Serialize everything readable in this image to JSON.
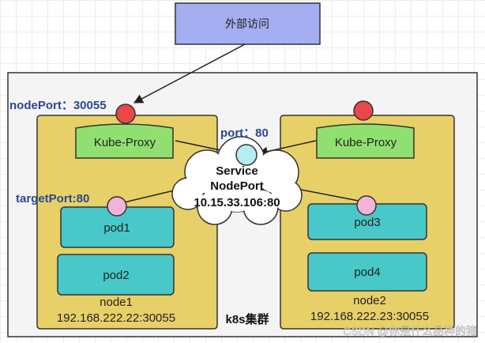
{
  "external": {
    "label": "外部访问"
  },
  "cluster": {
    "label": "k8s集群"
  },
  "node_port_label": "nodePort：30055",
  "port_label": "port：80",
  "target_port_label": "targetPort:80",
  "service": {
    "line1": "Service",
    "line2": "NodePort",
    "line3": "10.15.33.106:80"
  },
  "nodes": [
    {
      "proxy": "Kube-Proxy",
      "pods": [
        "pod1",
        "pod2"
      ],
      "name": "node1",
      "address": "192.168.222.22:30055"
    },
    {
      "proxy": "Kube-Proxy",
      "pods": [
        "pod3",
        "pod4"
      ],
      "name": "node2",
      "address": "192.168.222.23:30055"
    }
  ],
  "watermark": "CSDN @你是什么品种的猪",
  "colors": {
    "external_fill": "#a4aef0",
    "node_fill": "#e8d068",
    "proxy_fill": "#90e070",
    "pod_fill": "#48c8c8",
    "port_red": "#e84848",
    "port_pink": "#f4b4d8",
    "port_cyan": "#b4eef0",
    "label_blue": "#2a4890"
  }
}
